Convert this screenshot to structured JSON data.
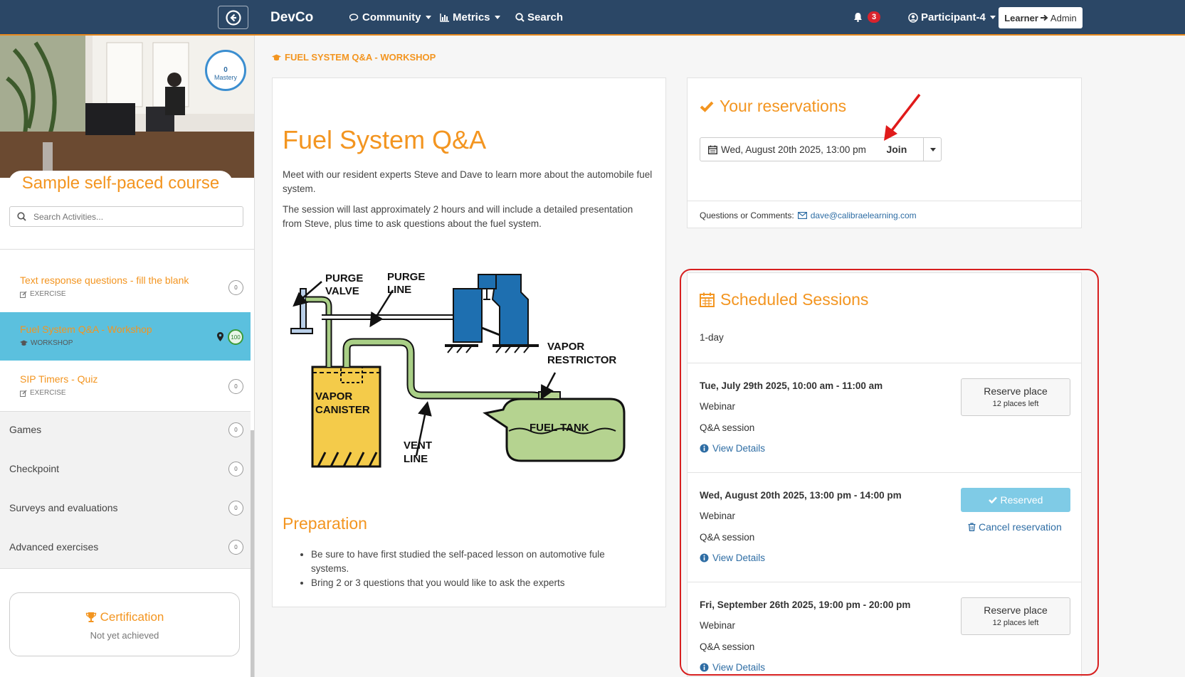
{
  "navbar": {
    "brand": "DevCo",
    "links": [
      {
        "label": "Community",
        "icon": "comments-icon"
      },
      {
        "label": "Metrics",
        "icon": "bar-chart-icon"
      },
      {
        "label": "Search",
        "icon": "search-icon"
      }
    ],
    "notifications_count": "3",
    "user": "Participant-4",
    "switch_learner": "Learner",
    "switch_admin": "Admin",
    "colors": {
      "bar": "#2b4766",
      "accent": "#e8891d"
    }
  },
  "sidebar": {
    "mastery_value": "0",
    "mastery_label": "Mastery",
    "course_title": "Sample self-paced course",
    "search_placeholder": "Search Activities...",
    "activities": [
      {
        "title": "Text response questions - fill the blank",
        "type": "EXERCISE",
        "score": "0",
        "active": false
      },
      {
        "title": "Fuel System Q&A - Workshop",
        "type": "WORKSHOP",
        "score": "100",
        "active": true
      },
      {
        "title": "SIP Timers - Quiz",
        "type": "EXERCISE",
        "score": "0",
        "active": false
      }
    ],
    "categories": [
      {
        "label": "Games",
        "score": "0"
      },
      {
        "label": "Checkpoint",
        "score": "0"
      },
      {
        "label": "Surveys and evaluations",
        "score": "0"
      },
      {
        "label": "Advanced exercises",
        "score": "0"
      }
    ],
    "certification": {
      "title": "Certification",
      "status": "Not yet achieved"
    }
  },
  "main": {
    "breadcrumb": "FUEL SYSTEM Q&A - WORKSHOP",
    "title": "Fuel System Q&A",
    "intro": "Meet with our resident experts Steve and Dave to learn more about the automobile fuel system.",
    "session_info": "The session will last approximately 2 hours and will include a detailed presentation from Steve, plus time to ask questions about the fuel system.",
    "diagram_labels": {
      "purge_valve_1": "PURGE",
      "purge_valve_2": "VALVE",
      "purge_line_1": "PURGE",
      "purge_line_2": "LINE",
      "vapor_restrictor_1": "VAPOR",
      "vapor_restrictor_2": "RESTRICTOR",
      "vapor_canister_1": "VAPOR",
      "vapor_canister_2": "CANISTER",
      "vent_line_1": "VENT",
      "vent_line_2": "LINE",
      "fuel_tank": "FUEL TANK"
    },
    "preparation_title": "Preparation",
    "preparation_items": [
      "Be sure to have first studied the self-paced lesson on automotive fule systems.",
      "Bring 2 or 3 questions that you would like to ask the experts"
    ]
  },
  "reservations": {
    "title": "Your reservations",
    "date": "Wed, August 20th 2025, 13:00 pm",
    "join_label": "Join",
    "questions_label": "Questions or Comments:",
    "email": "dave@calibraelearning.com"
  },
  "sessions": {
    "title": "Scheduled Sessions",
    "duration": "1-day",
    "view_details_label": "View Details",
    "items": [
      {
        "datetime": "Tue, July 29th 2025, 10:00 am - 11:00 am",
        "format": "Webinar",
        "kind": "Q&A session",
        "action": "Reserve place",
        "places": "12 places left"
      },
      {
        "datetime": "Wed, August 20th 2025, 13:00 pm - 14:00 pm",
        "format": "Webinar",
        "kind": "Q&A session",
        "action": "Reserved",
        "cancel": "Cancel reservation"
      },
      {
        "datetime": "Fri, September 26th 2025, 19:00 pm - 20:00 pm",
        "format": "Webinar",
        "kind": "Q&A session",
        "action": "Reserve place",
        "places": "12 places left"
      }
    ]
  }
}
